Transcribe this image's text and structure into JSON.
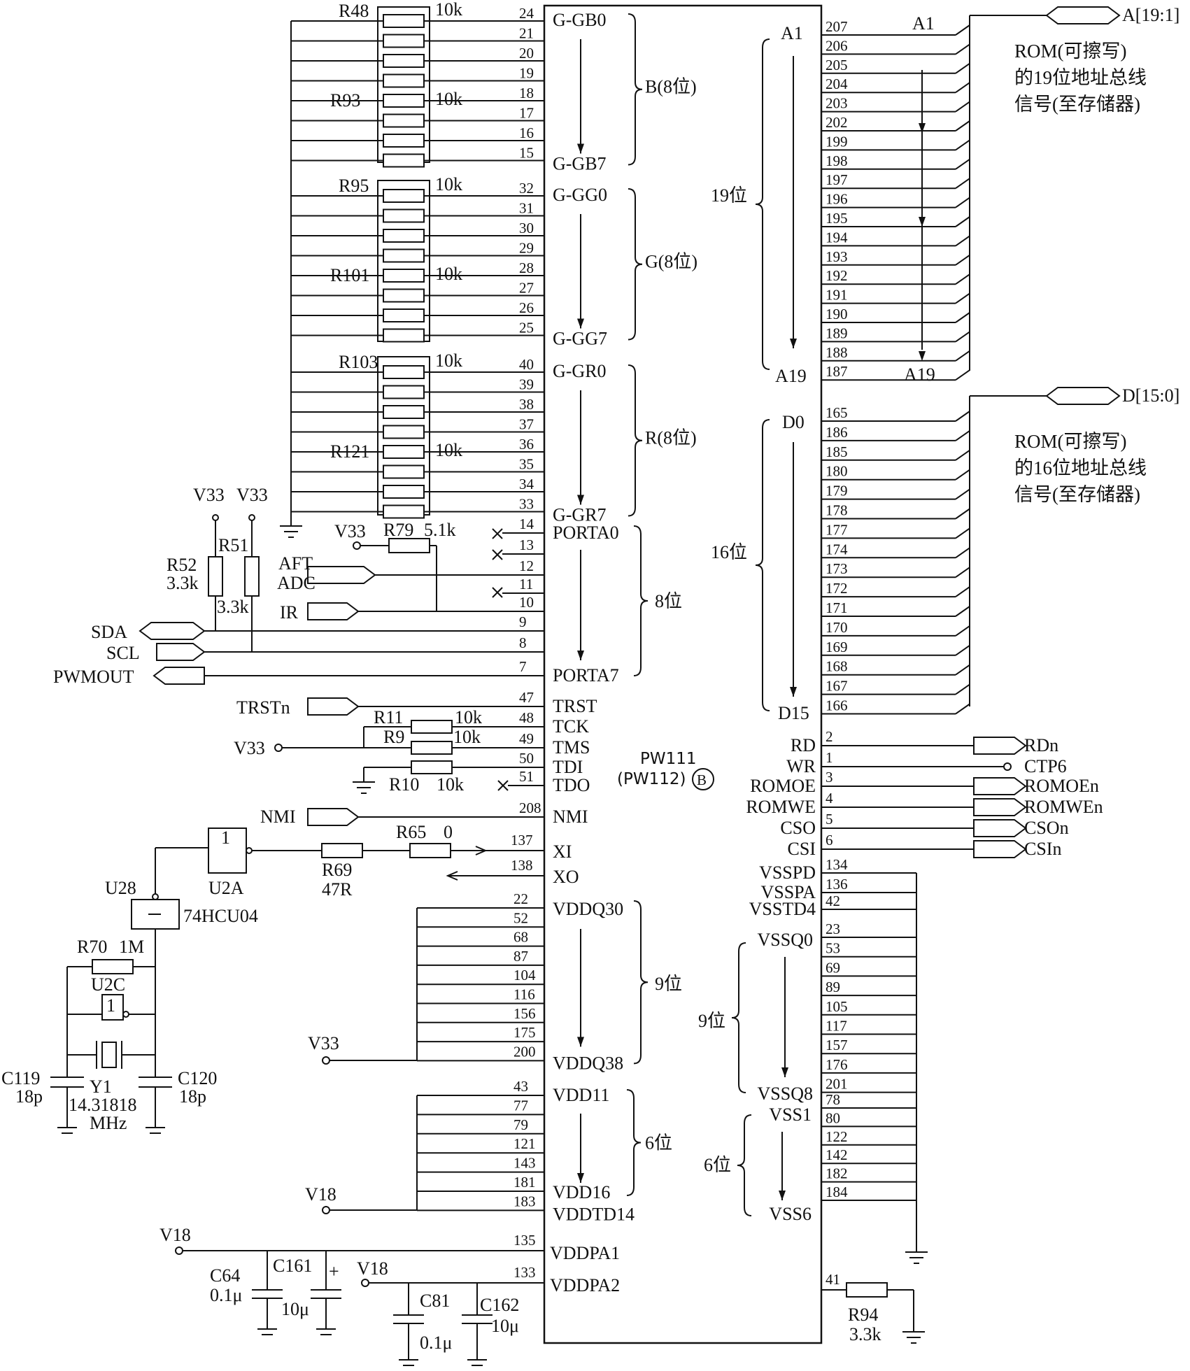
{
  "chip": {
    "name": "PW111",
    "variant": "(PW112)",
    "mark": "B"
  },
  "left_groups": [
    {
      "start": "G-GB0",
      "end": "G-GB7",
      "brace": "B(8位)",
      "pins": [
        "24",
        "21",
        "20",
        "19",
        "18",
        "17",
        "16",
        "15"
      ],
      "res_top": "R48",
      "res_top_val": "10k",
      "res_mid": "R93",
      "res_mid_val": "10k"
    },
    {
      "start": "G-GG0",
      "end": "G-GG7",
      "brace": "G(8位)",
      "pins": [
        "32",
        "31",
        "30",
        "29",
        "28",
        "27",
        "26",
        "25"
      ],
      "res_top": "R95",
      "res_top_val": "10k",
      "res_mid": "R101",
      "res_mid_val": "10k"
    },
    {
      "start": "G-GR0",
      "end": "G-GR7",
      "brace": "R(8位)",
      "pins": [
        "40",
        "39",
        "38",
        "37",
        "36",
        "35",
        "34",
        "33"
      ],
      "res_top": "R103",
      "res_top_val": "10k",
      "res_mid": "R121",
      "res_mid_val": "10k"
    }
  ],
  "porta": {
    "start": "PORTA0",
    "end": "PORTA7",
    "brace": "8位",
    "pins": [
      "14",
      "13",
      "12",
      "11",
      "10",
      "9",
      "8",
      "7"
    ]
  },
  "porta_parts": {
    "v33_a": "V33",
    "v33_b": "V33",
    "v33_c": "V33",
    "r52": "R52",
    "r52_val": "3.3k",
    "r51": "R51",
    "r51_val": "3.3k",
    "r79": "R79",
    "r79_val": "5.1k",
    "aft": "AFT",
    "adc": "ADC",
    "ir": "IR",
    "sda": "SDA",
    "scl": "SCL",
    "pwmout": "PWMOUT"
  },
  "jtag": {
    "pins": [
      {
        "num": "47",
        "name": "TRST"
      },
      {
        "num": "48",
        "name": "TCK"
      },
      {
        "num": "49",
        "name": "TMS"
      },
      {
        "num": "50",
        "name": "TDI"
      },
      {
        "num": "51",
        "name": "TDO"
      },
      {
        "num": "208",
        "name": "NMI"
      }
    ],
    "trstn": "TRSTn",
    "v33": "V33",
    "nmi": "NMI",
    "r11": "R11",
    "r11_val": "10k",
    "r9": "R9",
    "r9_val": "10k",
    "r10": "R10",
    "r10_val": "10k"
  },
  "clock": {
    "xi_pin": "137",
    "xi": "XI",
    "xo_pin": "138",
    "xo": "XO",
    "r65": "R65",
    "r65_val": "0",
    "r69": "R69",
    "r69_val": "47R",
    "gate": "1",
    "u2a": "U2A",
    "u28": "U28",
    "u28_part": "74HCU04",
    "r70": "R70",
    "r70_val": "1M",
    "u2c": "U2C",
    "gate2": "1",
    "c119": "C119",
    "c119_val": "18p",
    "c120": "C120",
    "c120_val": "18p",
    "y1": "Y1",
    "y1_val": "14.31818",
    "y1_unit": "MHz"
  },
  "vddq": {
    "start": "VDDQ30",
    "end": "VDDQ38",
    "brace": "9位",
    "supply": "V33",
    "pins": [
      "22",
      "52",
      "68",
      "87",
      "104",
      "116",
      "156",
      "175",
      "200"
    ]
  },
  "vdd": {
    "start": "VDD11",
    "end": "VDD16",
    "last": "VDDTD14",
    "brace": "6位",
    "supply": "V18",
    "pins": [
      "43",
      "77",
      "79",
      "121",
      "143",
      "181",
      "183"
    ]
  },
  "vddpa": {
    "pa1_pin": "135",
    "pa1": "VDDPA1",
    "pa2_pin": "133",
    "pa2": "VDDPA2",
    "v18_a": "V18",
    "v18_b": "V18",
    "c64": "C64",
    "c64_val": "0.1μ",
    "c161": "C161",
    "c161_val": "10μ",
    "c81": "C81",
    "c81_val": "0.1μ",
    "c162": "C162",
    "c162_val": "10μ",
    "plus": "+"
  },
  "address": {
    "start": "A1",
    "end": "A19",
    "brace": "19位",
    "pins": [
      "207",
      "206",
      "205",
      "204",
      "203",
      "202",
      "199",
      "198",
      "197",
      "196",
      "195",
      "194",
      "193",
      "192",
      "191",
      "190",
      "189",
      "188",
      "187"
    ],
    "bus": "A[19:1]",
    "wire_top": "A1",
    "wire_bottom": "A19",
    "note1": "ROM(可擦写)",
    "note2": "的19位地址总线",
    "note3": "信号(至存储器)"
  },
  "data_bus": {
    "start": "D0",
    "end": "D15",
    "brace": "16位",
    "pins": [
      "165",
      "186",
      "185",
      "180",
      "179",
      "178",
      "177",
      "174",
      "173",
      "172",
      "171",
      "170",
      "169",
      "168",
      "167",
      "166"
    ],
    "bus": "D[15:0]",
    "note1": "ROM(可擦写)",
    "note2": "的16位地址总线",
    "note3": "信号(至存储器)"
  },
  "control": {
    "pins": [
      {
        "num": "2",
        "name": "RD",
        "net": "RDn"
      },
      {
        "num": "1",
        "name": "WR",
        "net": "CTP6"
      },
      {
        "num": "3",
        "name": "ROMOE",
        "net": "ROMOEn"
      },
      {
        "num": "4",
        "name": "ROMWE",
        "net": "ROMWEn"
      },
      {
        "num": "5",
        "name": "CSO",
        "net": "CSOn"
      },
      {
        "num": "6",
        "name": "CSI",
        "net": "CSIn"
      }
    ]
  },
  "vss_misc": {
    "pins": [
      {
        "num": "134",
        "name": "VSSPD"
      },
      {
        "num": "136",
        "name": "VSSPA"
      },
      {
        "num": "42",
        "name": "VSSTD4"
      }
    ]
  },
  "vssq": {
    "start": "VSSQ0",
    "end": "VSSQ8",
    "brace": "9位",
    "pins": [
      "23",
      "53",
      "69",
      "89",
      "105",
      "117",
      "157",
      "176",
      "201"
    ]
  },
  "vss": {
    "start": "VSS1",
    "end": "VSS6",
    "brace": "6位",
    "pins": [
      "78",
      "80",
      "122",
      "142",
      "182",
      "184"
    ]
  },
  "r94": {
    "pin": "41",
    "name": "R94",
    "value": "3.3k"
  }
}
